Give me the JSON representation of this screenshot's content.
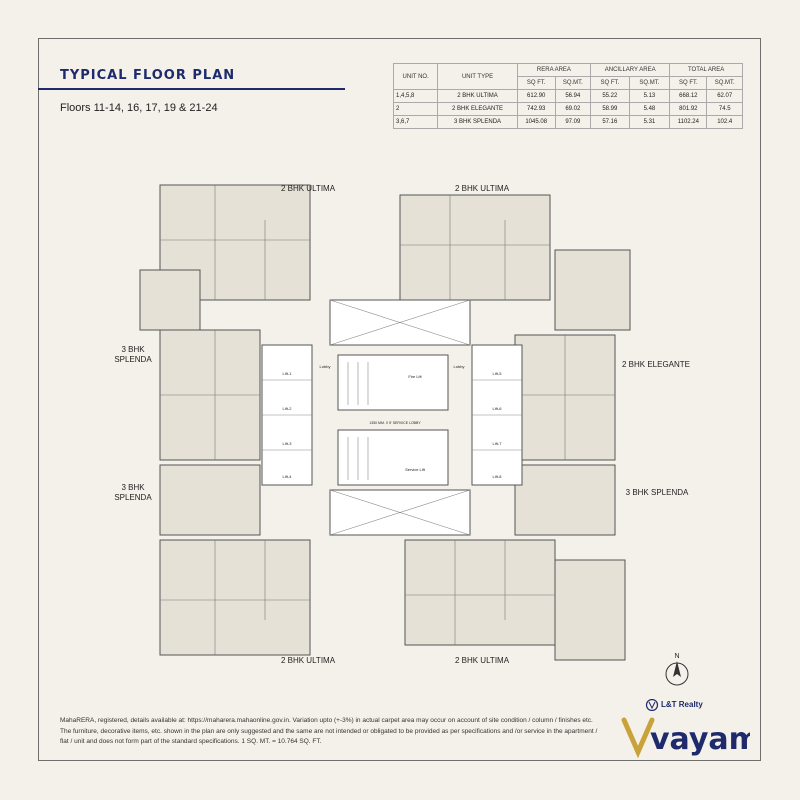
{
  "header": {
    "title": "TYPICAL FLOOR PLAN",
    "floors": "Floors 11-14, 16, 17, 19 & 21-24"
  },
  "area_table": {
    "head": {
      "unit_no": "UNIT NO.",
      "unit_type": "UNIT TYPE",
      "rera": "RERA AREA",
      "ancillary": "ANCILLARY AREA",
      "total": "TOTAL AREA",
      "sqft": "SQ FT.",
      "sqmt": "SQ.MT."
    },
    "rows": [
      {
        "unit": "1,4,5,8",
        "type": "2 BHK ULTIMA",
        "rera_ft": "612.90",
        "rera_mt": "56.94",
        "anc_ft": "55.22",
        "anc_mt": "5.13",
        "tot_ft": "668.12",
        "tot_mt": "62.07"
      },
      {
        "unit": "2",
        "type": "2 BHK ELEGANTE",
        "rera_ft": "742.93",
        "rera_mt": "69.02",
        "anc_ft": "58.99",
        "anc_mt": "5.48",
        "tot_ft": "801.92",
        "tot_mt": "74.5"
      },
      {
        "unit": "3,6,7",
        "type": "3 BHK SPLENDA",
        "rera_ft": "1045.08",
        "rera_mt": "97.09",
        "anc_ft": "57.16",
        "anc_mt": "5.31",
        "tot_ft": "1102.24",
        "tot_mt": "102.4"
      }
    ]
  },
  "plan_labels": {
    "top_left": "2 BHK ULTIMA",
    "top_right": "2 BHK ULTIMA",
    "left_upper": "3 BHK\nSPLENDA",
    "right_upper": "2 BHK ELEGANTE",
    "left_lower": "3 BHK\nSPLENDA",
    "right_lower": "3 BHK SPLENDA",
    "bottom_left": "2 BHK ULTIMA",
    "bottom_right": "2 BHK ULTIMA",
    "lobby_left": "Lobby",
    "lobby_right": "Lobby",
    "fire_lift": "Fire Lift",
    "service_lift": "Service Lift",
    "service_lobby": "1350 MM. X 5' SERVICE LOBBY",
    "lifts": [
      "Lift-1",
      "Lift-2",
      "Lift-3",
      "Lift-4",
      "Lift-5",
      "Lift-6",
      "Lift-7",
      "Lift-8"
    ]
  },
  "compass": {
    "north": "N"
  },
  "footer": {
    "text": "MahaRERA, registered, details available at: https://maharera.mahaonline.gov.in. Variation upto (+-3%) in actual carpet area may occur on account of site condition / column / finishes etc. The furniture, decorative items, etc. shown in the plan are only suggested and the same are not intended or obligated to be provided as per specifications and /or service in the apartment / flat / unit and does not form part of the standard specifications. 1 SQ. MT. = 10.764 SQ. FT."
  },
  "brand": {
    "developer": "L&T Realty",
    "project": "vayam"
  },
  "colors": {
    "navy": "#1e2a6b",
    "gold": "#c9a23a",
    "paper": "#f4f1ea",
    "room_fill": "#e5e1d6",
    "core_fill": "#ffffff"
  }
}
